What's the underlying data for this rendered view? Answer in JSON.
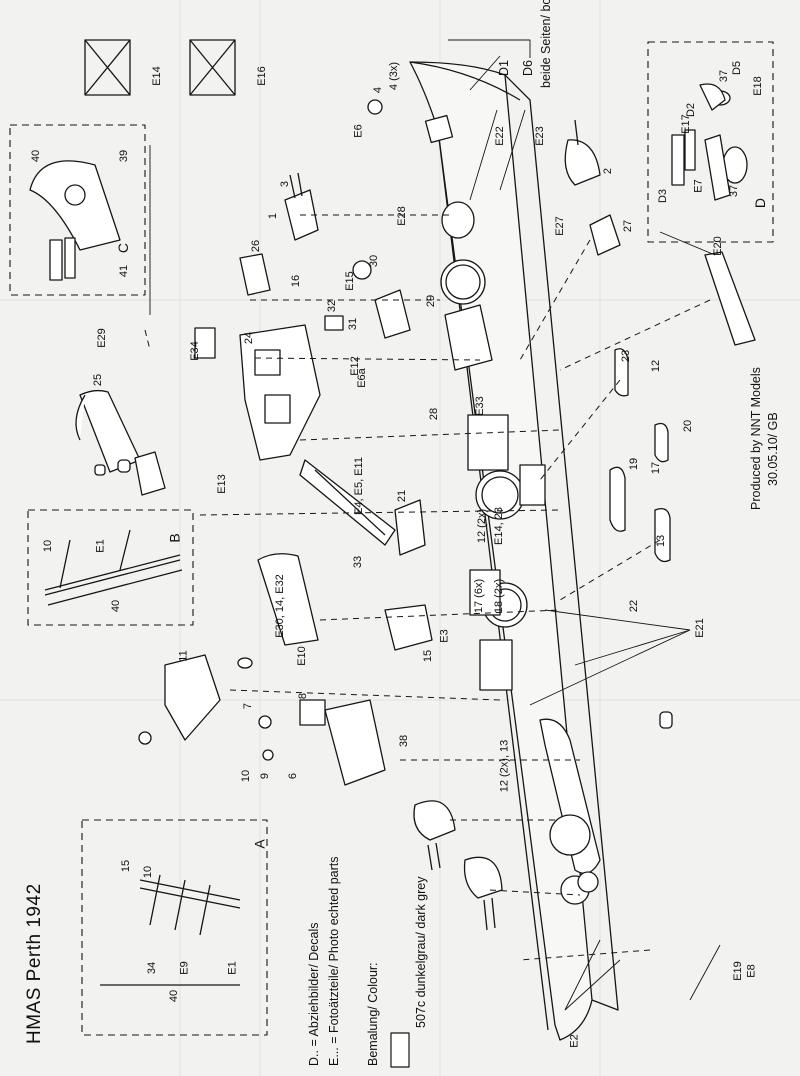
{
  "title": "HMAS Perth 1942",
  "legend": {
    "decals": "D.. = Abziehbilder/ Decals",
    "photoetched": "E... = Fotoätzteile/ Photo echted parts",
    "colour_heading": "Bemalung/ Colour:",
    "colour_item": "507c  dunkelgrau/ dark grey"
  },
  "credit": {
    "line1": "Produced by NNT Models",
    "line2": "30.05.10/ GB"
  },
  "callouts": {
    "D1": "D1",
    "D6": "D6",
    "sides": "beide Seiten/ both sides"
  },
  "insets": [
    {
      "letter": "A",
      "dim_long": "40",
      "dim_a": "15",
      "dim_b": "10",
      "parts": [
        "34",
        "E9",
        "E1"
      ]
    },
    {
      "letter": "B",
      "dim_long": "40",
      "dim_a": "10",
      "parts": [
        "E1"
      ]
    },
    {
      "letter": "C",
      "parts": [
        "40",
        "39",
        "41"
      ]
    },
    {
      "letter": "D",
      "parts": [
        "E17",
        "D2",
        "37",
        "D5",
        "E18",
        "D3",
        "E7",
        "37"
      ]
    }
  ],
  "part_labels": [
    "1",
    "2",
    "3",
    "4",
    "6",
    "7",
    "8",
    "9",
    "10",
    "11",
    "12",
    "13",
    "15",
    "16",
    "17",
    "19",
    "20",
    "21",
    "22",
    "23",
    "24",
    "25",
    "26",
    "27",
    "28",
    "29",
    "30",
    "31",
    "32",
    "33",
    "38",
    "E2",
    "E3",
    "E6",
    "E8",
    "E10",
    "E12",
    "E13",
    "E14",
    "E15",
    "E16",
    "E19",
    "E20",
    "E21",
    "E22",
    "E23",
    "E27",
    "E28",
    "E29",
    "E33",
    "E34",
    "4 (3x)",
    "12 (2x), 13",
    "12 (2x)",
    "17 (6x)",
    "18 (2x)",
    "E4, E5, E11",
    "E30, 14, E32",
    "E6a",
    "E14, 23"
  ]
}
